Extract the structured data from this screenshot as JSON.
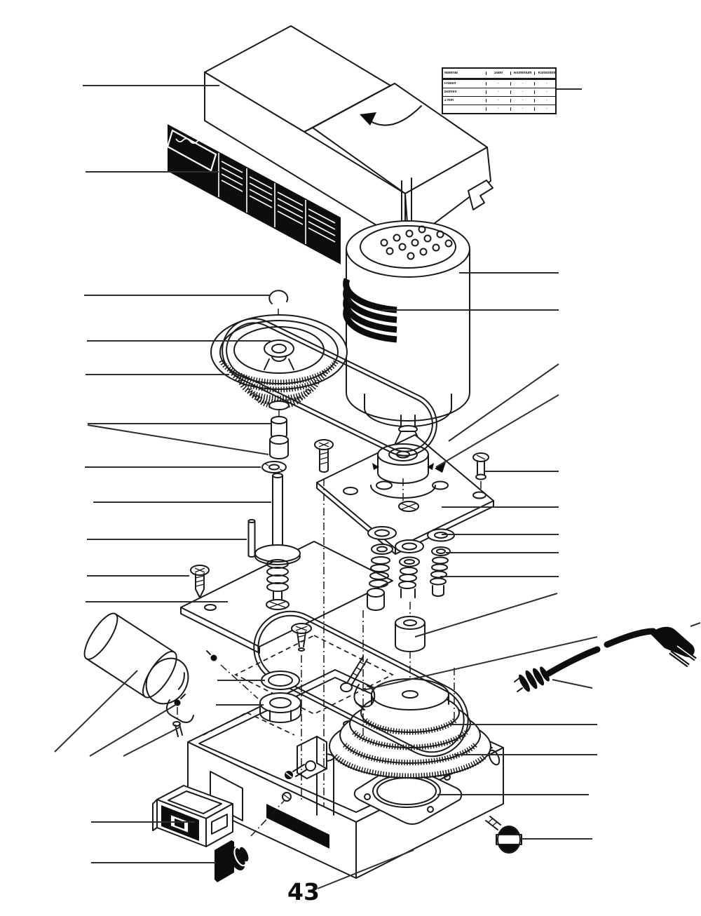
{
  "page": {
    "number": "43"
  },
  "materials_table": {
    "headers": [
      "Material",
      "Stahl",
      "Aluminium",
      "Kunststoff"
    ],
    "rows": [
      {
        "label": "Fräsen",
        "cells": [
          "-",
          "-",
          "-"
        ]
      },
      {
        "label": "Bohren",
        "cells": [
          "-",
          "-",
          "-"
        ]
      },
      {
        "label": "2 mm",
        "cells": [
          "-",
          "-",
          "-"
        ]
      },
      {
        "label": "",
        "cells": [
          "-",
          "-",
          "-"
        ]
      }
    ]
  },
  "colors": {
    "line": "#1a1a1a",
    "background": "#ffffff",
    "label_background": "#0d0d0d",
    "label_text": "#ffffff"
  }
}
